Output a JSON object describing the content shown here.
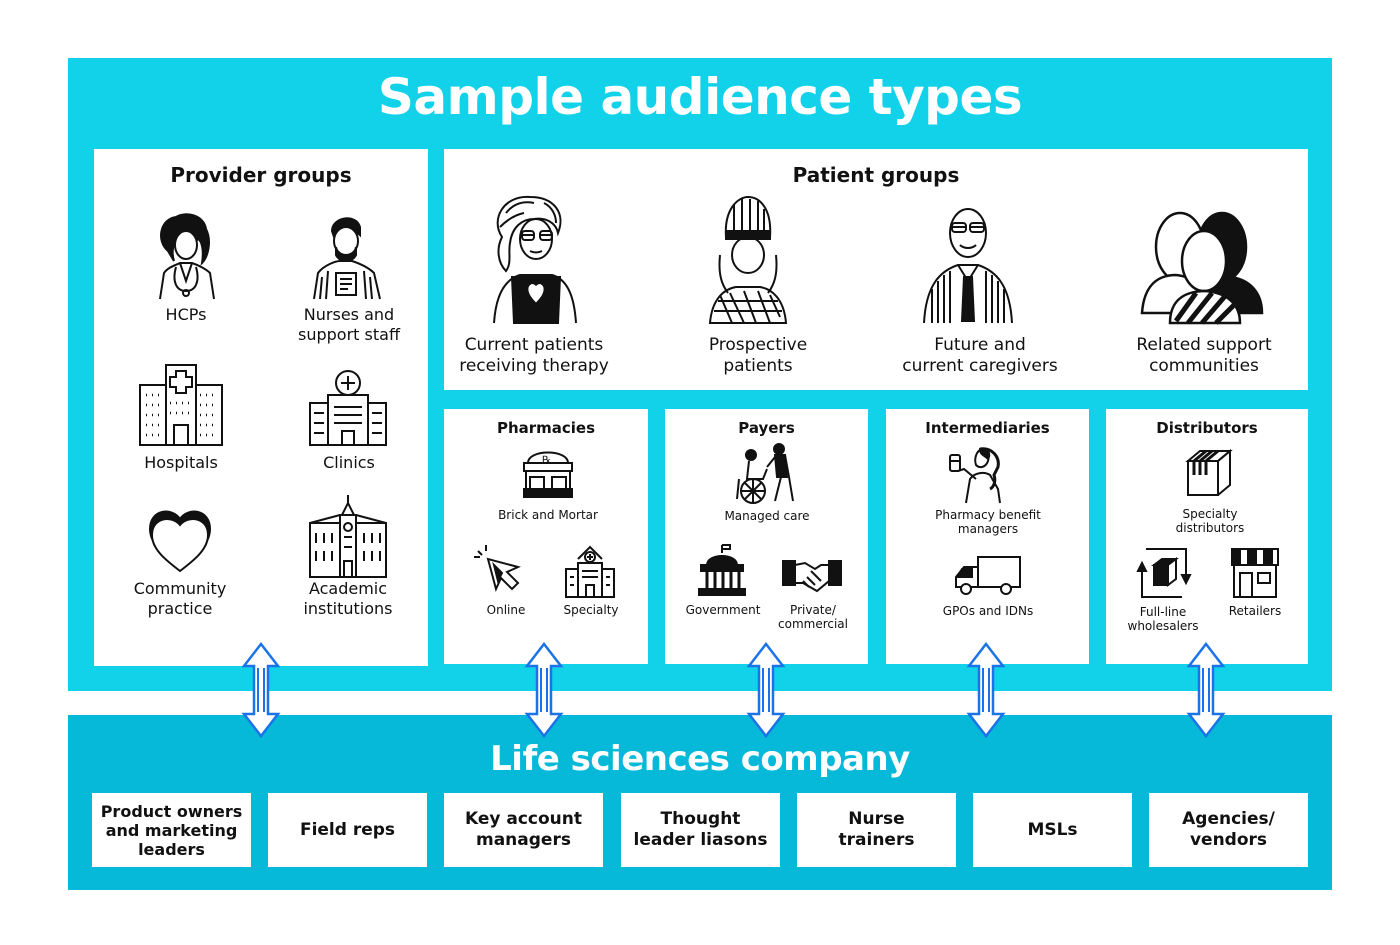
{
  "title": "Sample audience types",
  "provider_groups": {
    "heading": "Provider groups",
    "items": [
      {
        "label": "HCPs",
        "icon": "doctor-icon"
      },
      {
        "label": "Nurses and\nsupport staff",
        "icon": "nurse-icon"
      },
      {
        "label": "Hospitals",
        "icon": "hospital-icon"
      },
      {
        "label": "Clinics",
        "icon": "clinic-icon"
      },
      {
        "label": "Community\npractice",
        "icon": "heart-icon"
      },
      {
        "label": "Academic\ninstitutions",
        "icon": "university-icon"
      }
    ]
  },
  "patient_groups": {
    "heading": "Patient groups",
    "items": [
      {
        "label": "Current patients\nreceiving therapy",
        "icon": "patient-icon"
      },
      {
        "label": "Prospective\npatients",
        "icon": "prospective-patient-icon"
      },
      {
        "label": "Future and\ncurrent caregivers",
        "icon": "caregiver-icon"
      },
      {
        "label": "Related support\ncommunities",
        "icon": "community-icon"
      }
    ]
  },
  "pharmacies": {
    "heading": "Pharmacies",
    "items": [
      {
        "label": "Brick and Mortar",
        "icon": "storefront-rx-icon"
      },
      {
        "label": "Online",
        "icon": "cursor-icon"
      },
      {
        "label": "Specialty",
        "icon": "specialty-building-icon"
      }
    ]
  },
  "payers": {
    "heading": "Payers",
    "items": [
      {
        "label": "Managed care",
        "icon": "wheelchair-icon"
      },
      {
        "label": "Government",
        "icon": "government-building-icon"
      },
      {
        "label": "Private/\ncommercial",
        "icon": "handshake-icon"
      }
    ]
  },
  "intermediaries": {
    "heading": "Intermediaries",
    "items": [
      {
        "label": "Pharmacy benefit\nmanagers",
        "icon": "pharmacist-icon"
      },
      {
        "label": "GPOs and IDNs",
        "icon": "truck-icon"
      }
    ]
  },
  "distributors": {
    "heading": "Distributors",
    "items": [
      {
        "label": "Specialty\ndistributors",
        "icon": "box-icon"
      },
      {
        "label": "Full-line\nwholesalers",
        "icon": "cycle-box-icon"
      },
      {
        "label": "Retailers",
        "icon": "retail-store-icon"
      }
    ]
  },
  "company": {
    "heading": "Life sciences company",
    "roles": [
      "Product owners\nand marketing\nleaders",
      "Field reps",
      "Key account\nmanagers",
      "Thought\nleader liasons",
      "Nurse\ntrainers",
      "MSLs",
      "Agencies/\nvendors"
    ]
  },
  "colors": {
    "panel": "#12d2ea",
    "company_panel": "#06b9d9",
    "arrow": "#1a73e8"
  }
}
